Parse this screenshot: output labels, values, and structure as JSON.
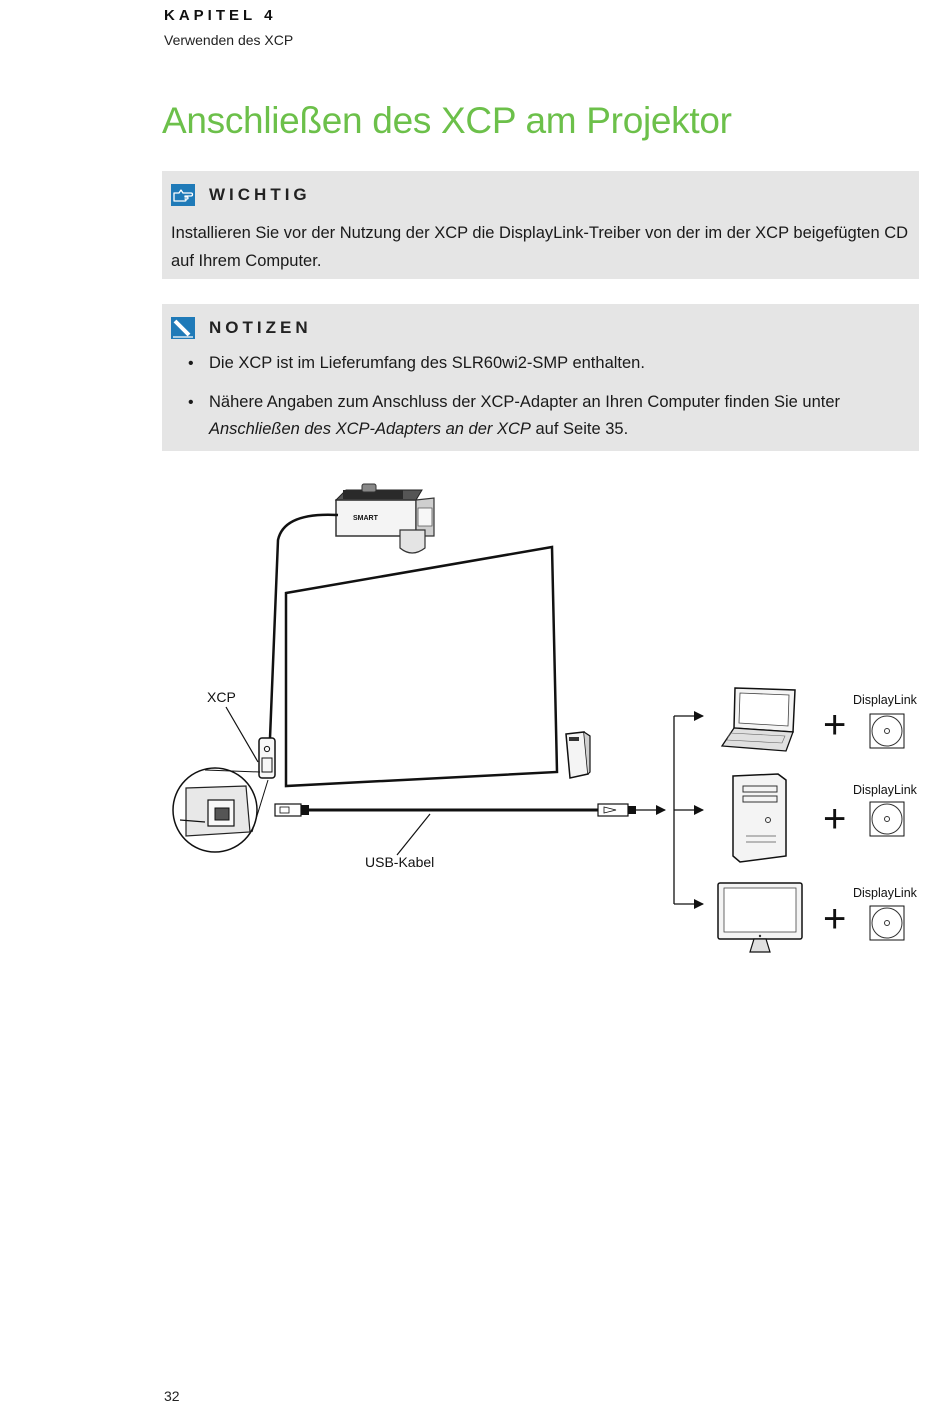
{
  "header": {
    "chapter": "KAPITEL 4",
    "subtitle": "Verwenden des XCP"
  },
  "title": "Anschließen des XCP am Projektor",
  "important": {
    "icon": "pointing-hand-icon",
    "heading": "WICHTIG",
    "text": "Installieren Sie vor der Nutzung der XCP die DisplayLink-Treiber von der im der XCP beigefügten CD auf Ihrem Computer."
  },
  "notes": {
    "icon": "pencil-icon",
    "heading": "NOTIZEN",
    "item1": "Die XCP ist im Lieferumfang des SLR60wi2-SMP enthalten.",
    "item2_pre": "Nähere Angaben zum Anschluss der XCP-Adapter an Ihren Computer finden Sie unter ",
    "item2_link": "Anschließen des XCP-Adapters an der XCP",
    "item2_post": " auf Seite 35."
  },
  "diagram": {
    "label_xcp": "XCP",
    "label_usb": "USB-Kabel",
    "projector_brand": "SMART",
    "displaylink_1": "DisplayLink",
    "displaylink_2": "DisplayLink",
    "displaylink_3": "DisplayLink"
  },
  "page_number": "32",
  "colors": {
    "title_green": "#6cc04a",
    "note_box": "#e5e5e5",
    "icon_blue": "#1f7ab8"
  }
}
